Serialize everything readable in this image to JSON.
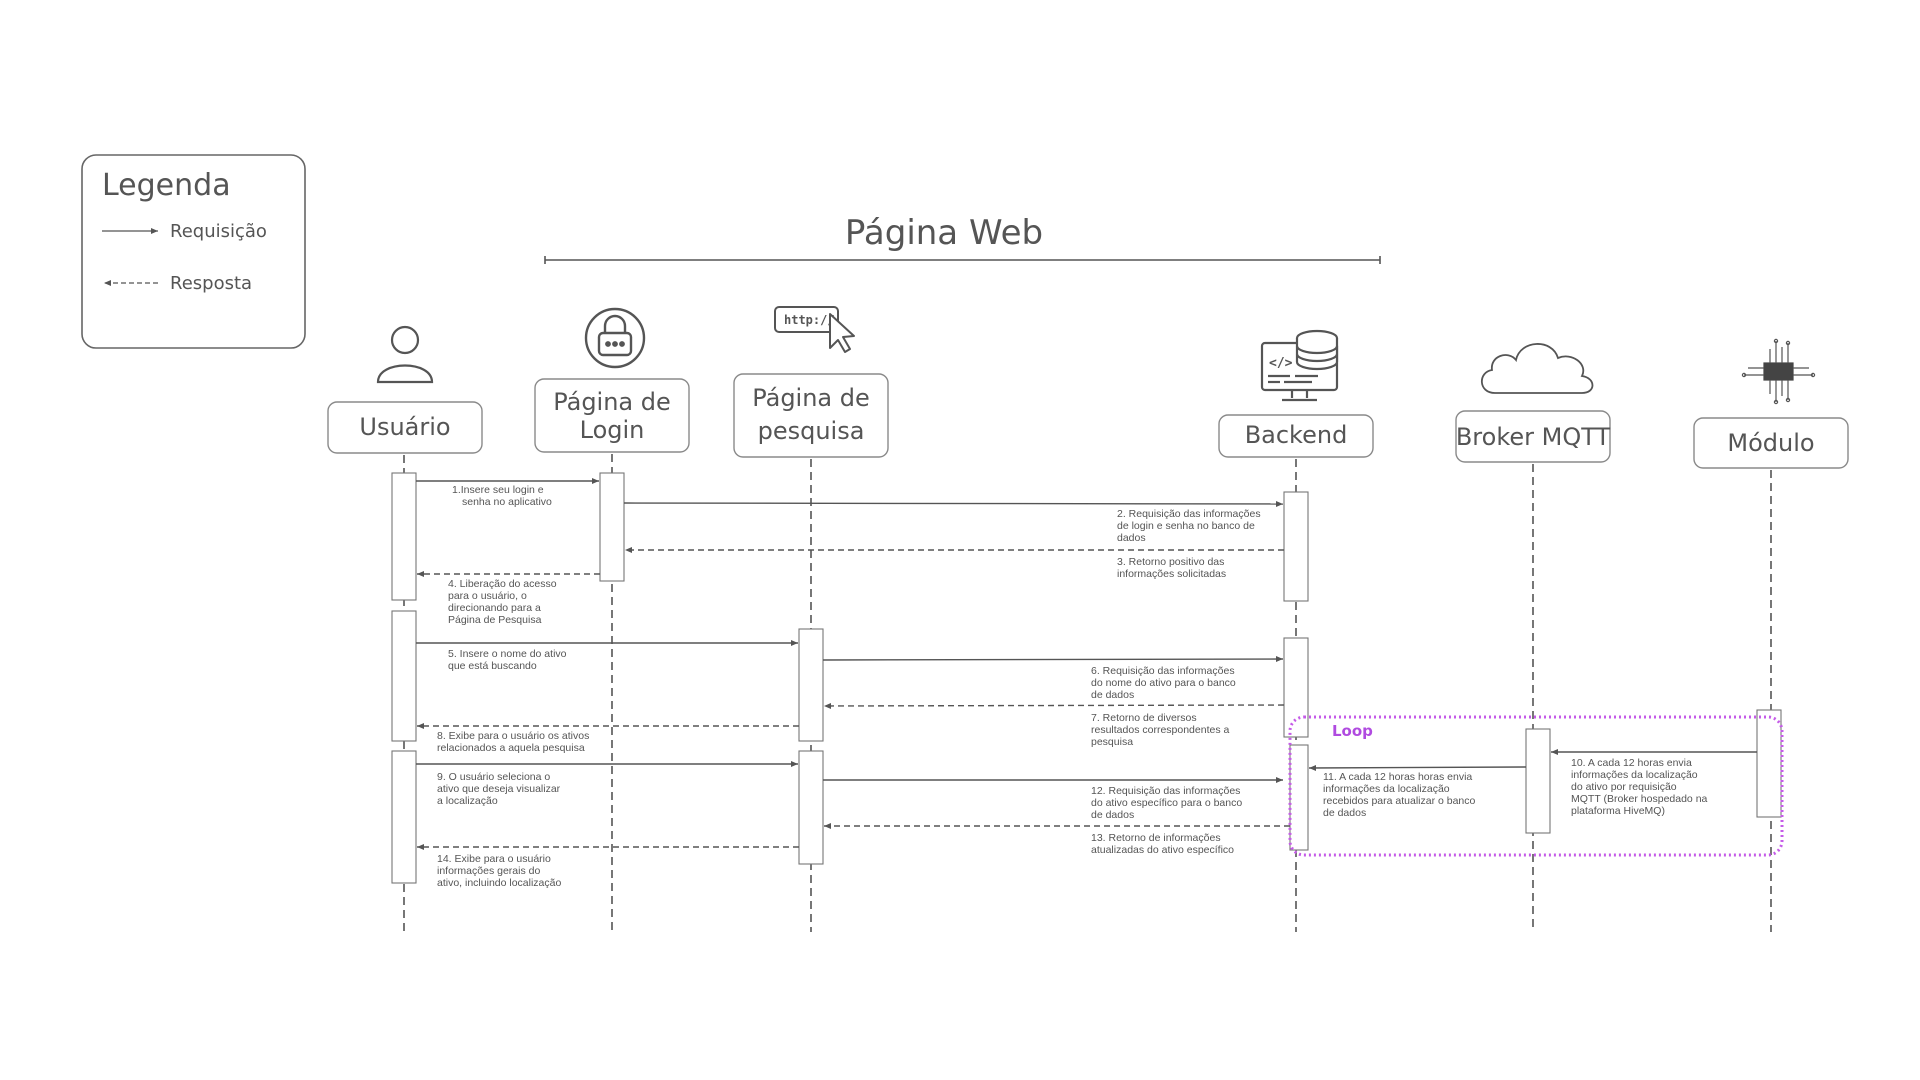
{
  "title": "Página Web",
  "legend": {
    "title": "Legenda",
    "request_label": "Requisição",
    "response_label": "Resposta"
  },
  "participants": [
    {
      "id": "usuario",
      "label_lines": [
        "Usuário"
      ],
      "icon": "user-icon"
    },
    {
      "id": "login",
      "label_lines": [
        "Página de",
        "Login"
      ],
      "icon": "lock-icon"
    },
    {
      "id": "pesquisa",
      "label_lines": [
        "Página de",
        "pesquisa"
      ],
      "icon": "browser-cursor-icon"
    },
    {
      "id": "backend",
      "label_lines": [
        "Backend"
      ],
      "icon": "server-database-icon"
    },
    {
      "id": "broker",
      "label_lines": [
        "Broker MQTT"
      ],
      "icon": "cloud-icon"
    },
    {
      "id": "modulo",
      "label_lines": [
        "Módulo"
      ],
      "icon": "chip-icon"
    }
  ],
  "icon_text": {
    "http": "http://"
  },
  "loop_label": "Loop",
  "colors": {
    "line": "#555555",
    "loop": "#c55be8",
    "box_stroke": "#8a8a8a"
  },
  "messages": [
    {
      "n": 1,
      "from": "usuario",
      "to": "login",
      "type": "request",
      "text": [
        "1.Insere seu login e",
        "senha no aplicativo"
      ]
    },
    {
      "n": 2,
      "from": "login",
      "to": "backend",
      "type": "request",
      "text": [
        "2. Requisição das informações",
        "de login e senha no banco de",
        "dados"
      ]
    },
    {
      "n": 3,
      "from": "backend",
      "to": "login",
      "type": "response",
      "text": [
        "3. Retorno positivo das",
        "informações solicitadas"
      ]
    },
    {
      "n": 4,
      "from": "login",
      "to": "usuario",
      "type": "response",
      "text": [
        "4. Liberação do acesso",
        "para o usuário, o",
        "direcionando para a",
        "Página de Pesquisa"
      ]
    },
    {
      "n": 5,
      "from": "usuario",
      "to": "pesquisa",
      "type": "request",
      "text": [
        "5. Insere o nome do ativo",
        "que está buscando"
      ]
    },
    {
      "n": 6,
      "from": "pesquisa",
      "to": "backend",
      "type": "request",
      "text": [
        "6. Requisição das informações",
        "do nome do ativo para o banco",
        "de dados"
      ]
    },
    {
      "n": 7,
      "from": "backend",
      "to": "pesquisa",
      "type": "response",
      "text": [
        "7. Retorno de diversos",
        "resultados correspondentes a",
        "pesquisa"
      ]
    },
    {
      "n": 8,
      "from": "pesquisa",
      "to": "usuario",
      "type": "response",
      "text": [
        "8. Exibe para o usuário os ativos",
        "relacionados a aquela pesquisa"
      ]
    },
    {
      "n": 9,
      "from": "usuario",
      "to": "pesquisa",
      "type": "request",
      "text": [
        "9. O usuário seleciona o",
        "ativo que deseja visualizar",
        "a localização"
      ]
    },
    {
      "n": 10,
      "from": "modulo",
      "to": "broker",
      "type": "request",
      "text": [
        "10. A cada 12 horas envia",
        "informações da localização",
        "do ativo por requisição",
        "MQTT (Broker hospedado na",
        "plataforma HiveMQ)"
      ]
    },
    {
      "n": 11,
      "from": "broker",
      "to": "backend",
      "type": "request",
      "text": [
        "11. A cada 12 horas horas envia",
        "informações da localização",
        "recebidos para atualizar o banco",
        "de dados"
      ]
    },
    {
      "n": 12,
      "from": "pesquisa",
      "to": "backend",
      "type": "request",
      "text": [
        "12. Requisição das informações",
        "do ativo específico para o banco",
        "de dados"
      ]
    },
    {
      "n": 13,
      "from": "backend",
      "to": "pesquisa",
      "type": "response",
      "text": [
        "13. Retorno de informações",
        "atualizadas do ativo específico"
      ]
    },
    {
      "n": 14,
      "from": "pesquisa",
      "to": "usuario",
      "type": "response",
      "text": [
        "14. Exibe para o usuário",
        "informações gerais do",
        "ativo, incluindo localização"
      ]
    }
  ]
}
